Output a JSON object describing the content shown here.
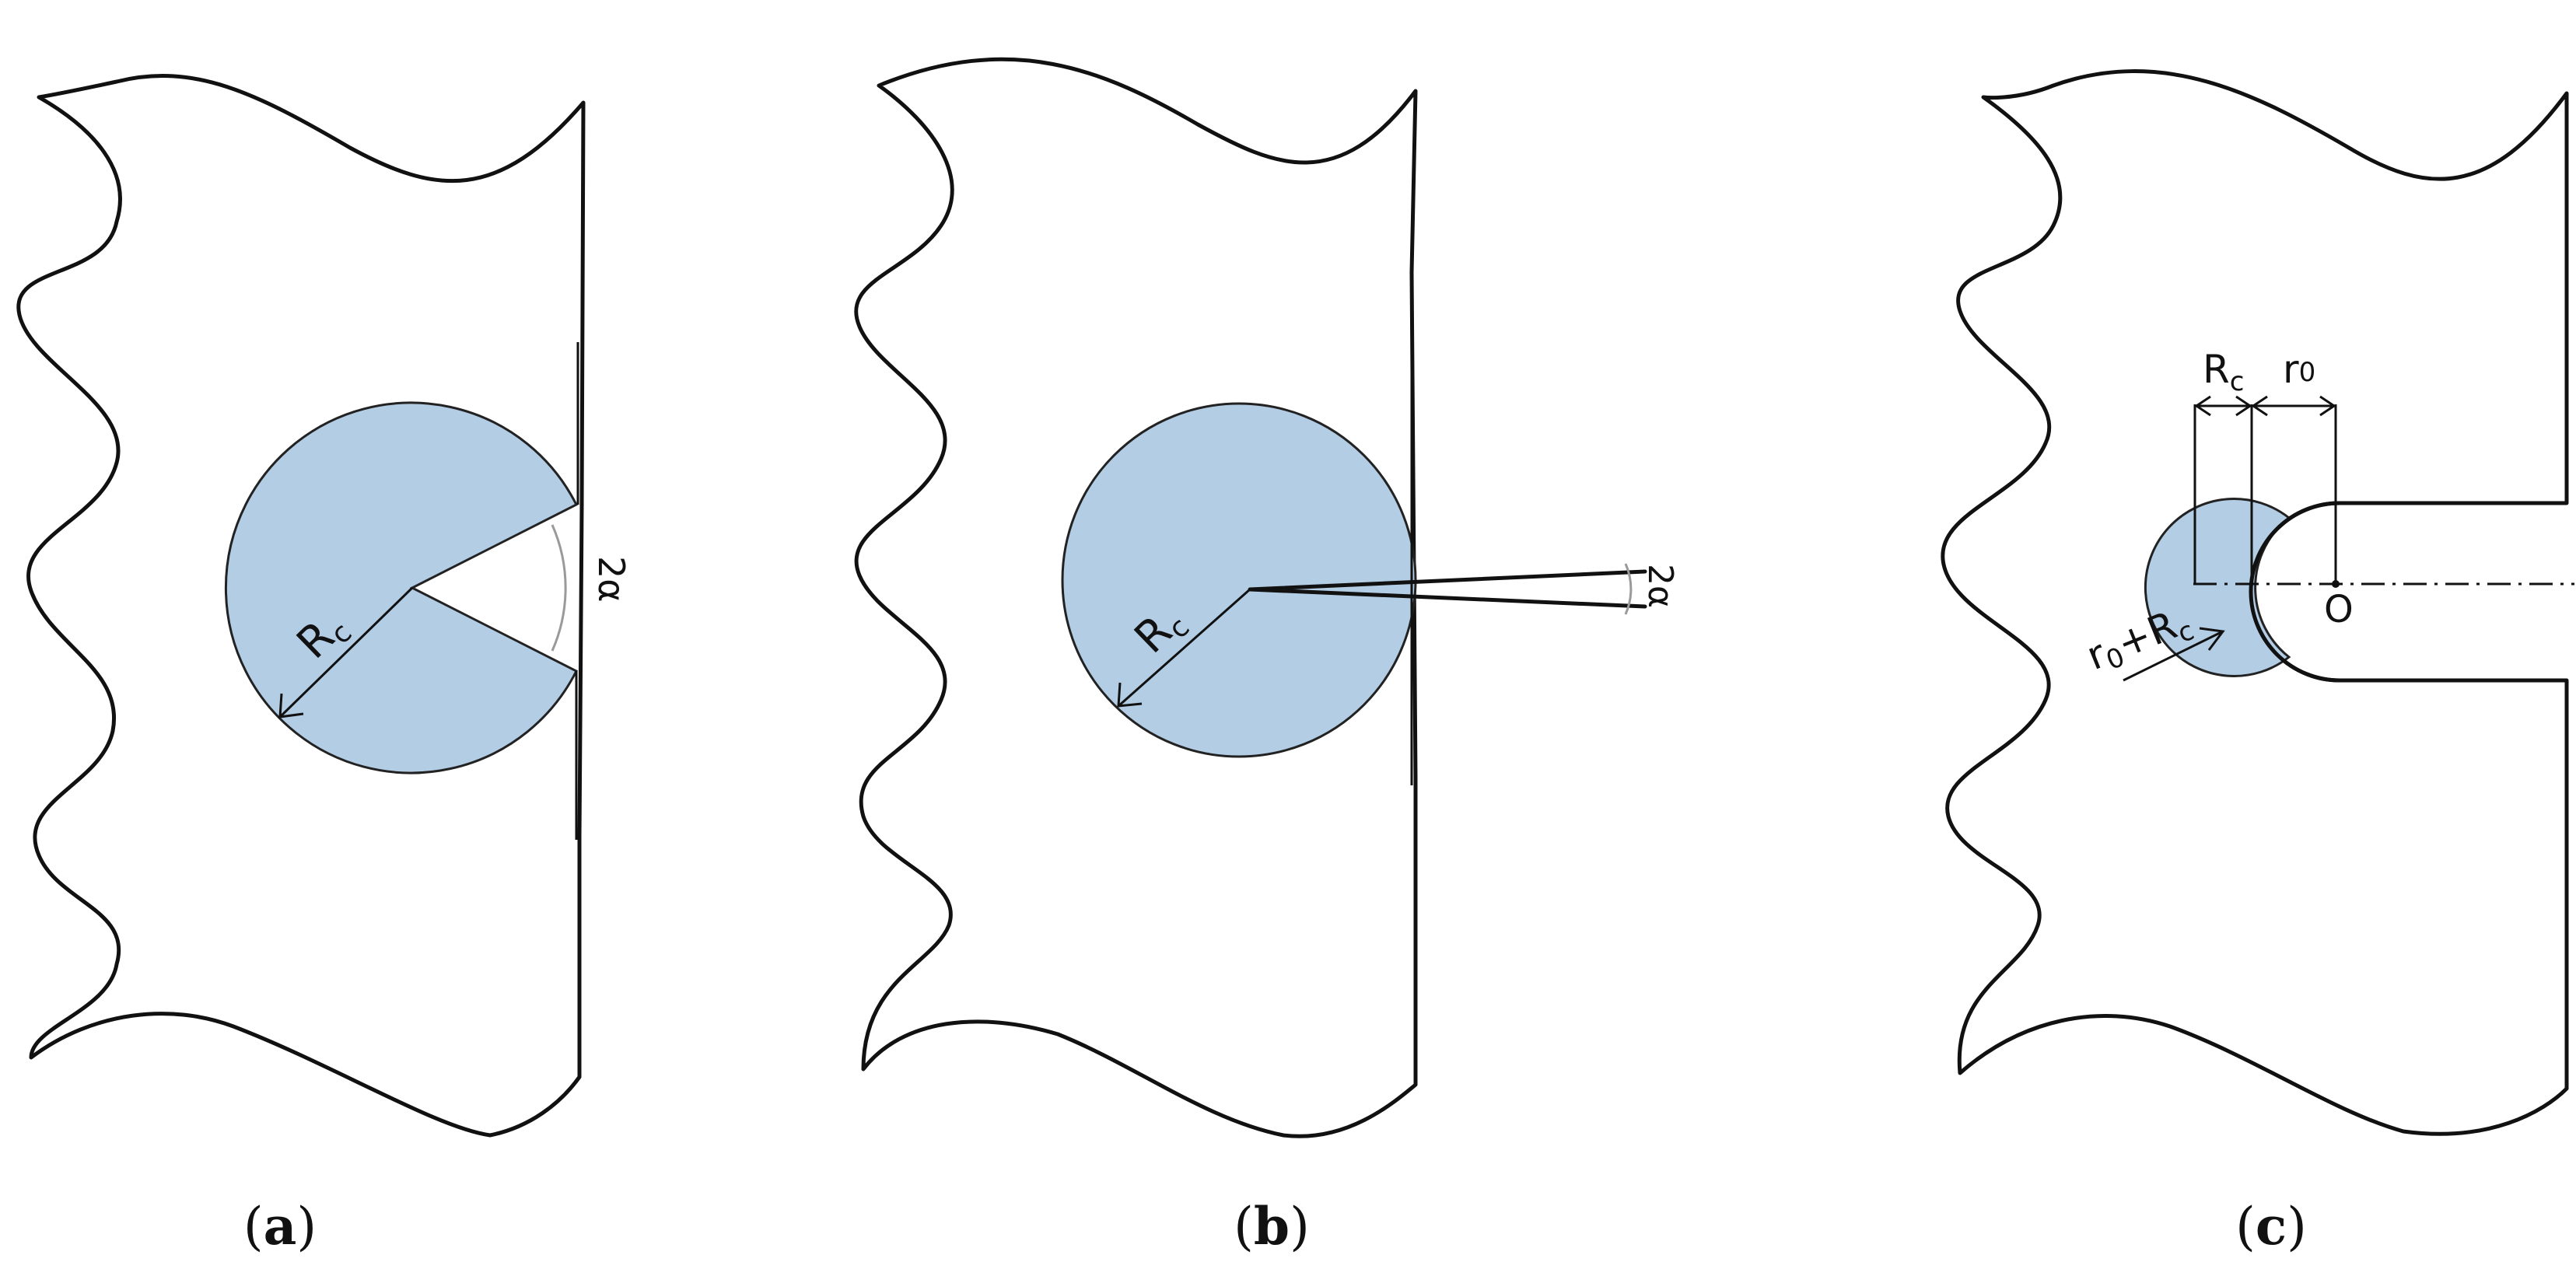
{
  "panels": [
    {
      "caption_open": "(",
      "caption_letter": "a",
      "caption_close": ")",
      "radius_label": {
        "main": "R",
        "sub": "c"
      },
      "angle_label": "2α"
    },
    {
      "caption_open": "(",
      "caption_letter": "b",
      "caption_close": ")",
      "radius_label": {
        "main": "R",
        "sub": "c"
      },
      "angle_label": "2α"
    },
    {
      "caption_open": "(",
      "caption_letter": "c",
      "caption_close": ")",
      "rc_label": {
        "main": "R",
        "sub": "c"
      },
      "r0_label": {
        "main": "r",
        "sub": "0"
      },
      "sum_label": {
        "r": "r",
        "r_sub": "0",
        "plus": "+R",
        "r2_sub": "c"
      },
      "origin_label": "O"
    }
  ],
  "colors": {
    "zone_fill": "#b3cde5",
    "outline": "#111111"
  }
}
